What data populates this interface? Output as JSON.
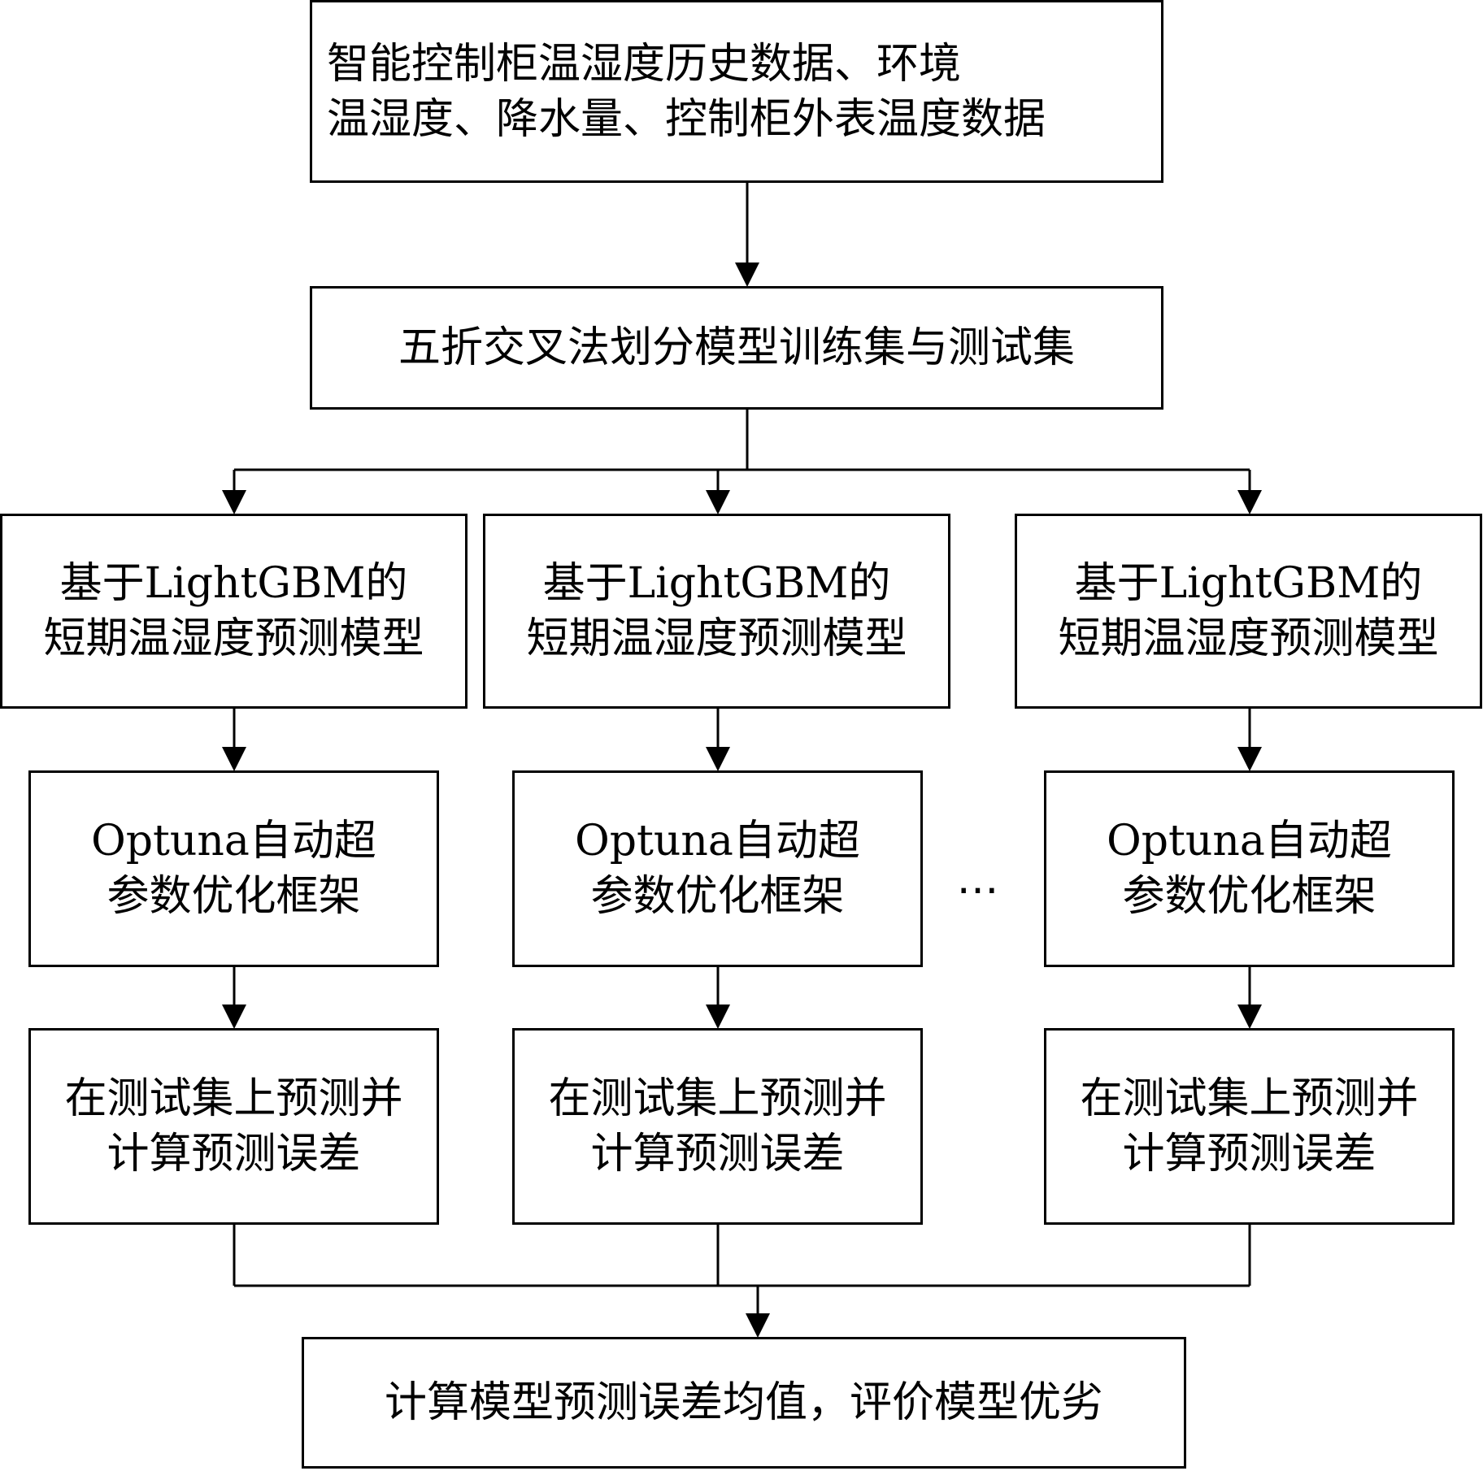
{
  "source_box": {
    "lines": [
      "智能控制柜温湿度历史数据、环境",
      "温湿度、降水量、控制柜外表温度数据"
    ]
  },
  "split_box": {
    "lines": [
      "五折交叉法划分模型训练集与测试集"
    ]
  },
  "columns": [
    {
      "model_lines": [
        "基于LightGBM的",
        "短期温湿度预测模型"
      ],
      "optuna_lines": [
        "Optuna自动超",
        "参数优化框架"
      ],
      "predict_lines": [
        "在测试集上预测并",
        "计算预测误差"
      ]
    },
    {
      "model_lines": [
        "基于LightGBM的",
        "短期温湿度预测模型"
      ],
      "optuna_lines": [
        "Optuna自动超",
        "参数优化框架"
      ],
      "predict_lines": [
        "在测试集上预测并",
        "计算预测误差"
      ]
    },
    {
      "model_lines": [
        "基于LightGBM的",
        "短期温湿度预测模型"
      ],
      "optuna_lines": [
        "Optuna自动超",
        "参数优化框架"
      ],
      "predict_lines": [
        "在测试集上预测并",
        "计算预测误差"
      ]
    }
  ],
  "ellipsis": "…",
  "result_box": {
    "lines": [
      "计算模型预测误差均值，评价模型优劣"
    ]
  },
  "colors": {
    "stroke": "#000000",
    "background": "#ffffff"
  }
}
